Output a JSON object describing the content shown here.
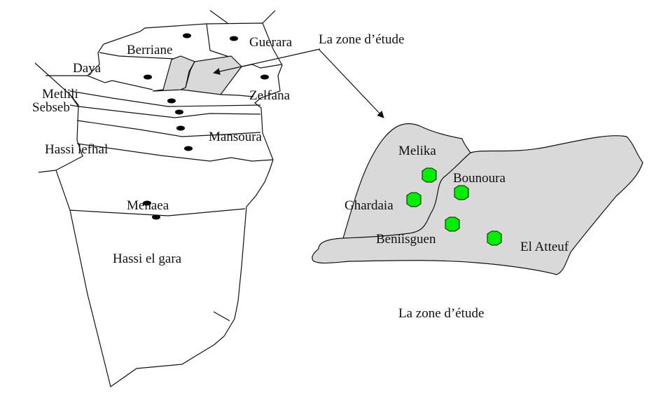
{
  "title_top": "La zone d’étude",
  "caption": "La zone d’étude",
  "colors": {
    "study_zone": "#d9d9d9",
    "town_marker": "#00ee00"
  },
  "region_map": {
    "labels": [
      "Berriane",
      "Guerara",
      "Daya",
      "Zelfana",
      "Metlili",
      "Sebseb",
      "Mansoura",
      "Hassi lefhal",
      "Menaea",
      "Hassi el gara"
    ]
  },
  "study_zone_map": {
    "labels": [
      "Melika",
      "Bounoura",
      "Ghardaia",
      "Beniisguen",
      "El Atteuf"
    ]
  }
}
